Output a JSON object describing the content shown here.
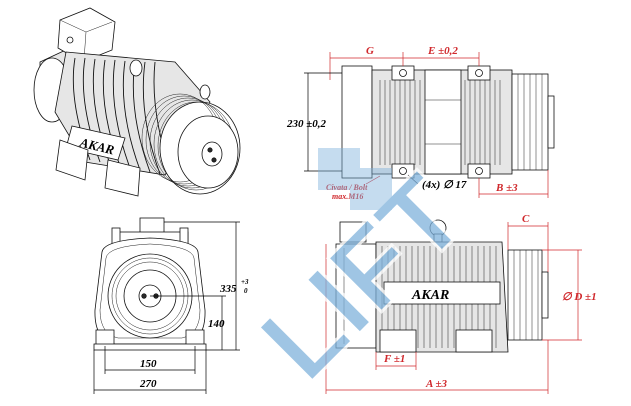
{
  "watermark": "LIFT",
  "brand": "AKAR",
  "top_view": {
    "dim_g": "G",
    "dim_e": "E ±0,2",
    "dim_230": "230 ±0,2",
    "dim_b": "B ±3",
    "hole_note": "(4x) ∅ 17",
    "bolt_note_line1": "Civata / Bolt",
    "bolt_note_line2": "max.M16"
  },
  "front_view": {
    "dim_335": "335",
    "dim_335_tol_upper": "+3",
    "dim_335_tol_lower": "0",
    "dim_140": "140",
    "dim_150": "150",
    "dim_270": "270"
  },
  "side_view": {
    "dim_c": "C",
    "dim_d": "∅ D ±1",
    "dim_f": "F ±1",
    "dim_a": "A ±3"
  },
  "colors": {
    "dimension_red": "#d0282c",
    "watermark_blue": "#7fb2dc"
  }
}
